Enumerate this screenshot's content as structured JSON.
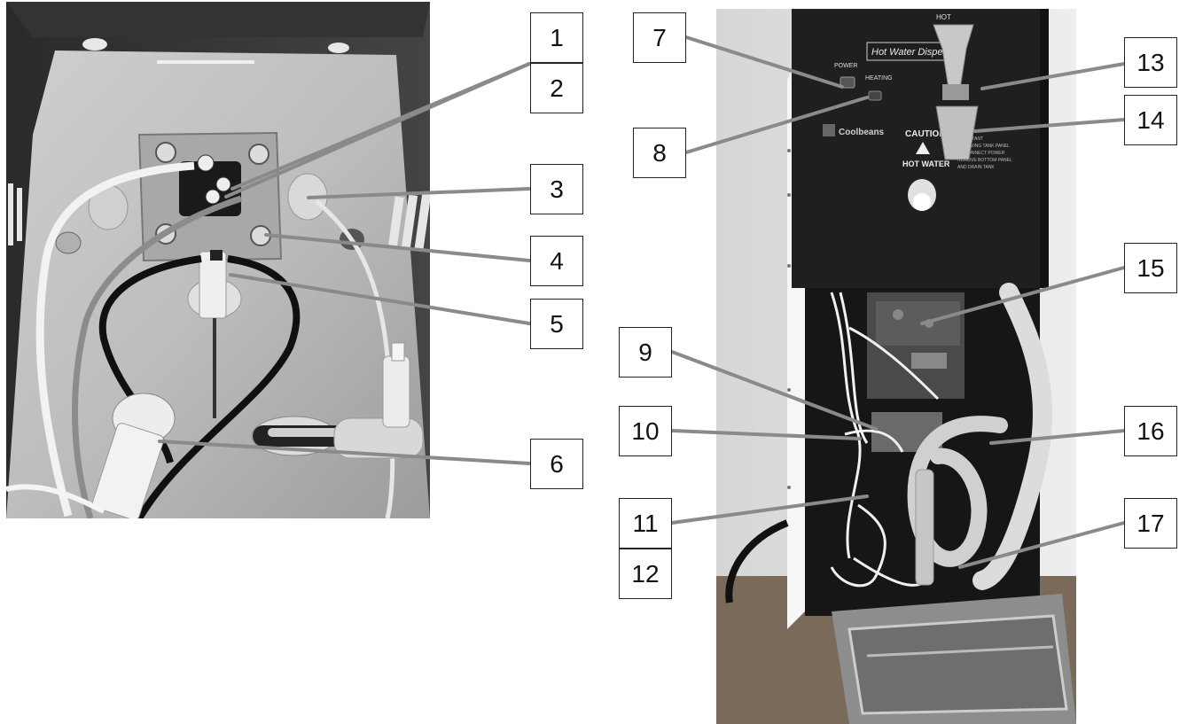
{
  "figure": {
    "callouts": [
      {
        "id": "1",
        "label": "1"
      },
      {
        "id": "2",
        "label": "2"
      },
      {
        "id": "3",
        "label": "3"
      },
      {
        "id": "4",
        "label": "4"
      },
      {
        "id": "5",
        "label": "5"
      },
      {
        "id": "6",
        "label": "6"
      },
      {
        "id": "7",
        "label": "7"
      },
      {
        "id": "8",
        "label": "8"
      },
      {
        "id": "9",
        "label": "9"
      },
      {
        "id": "10",
        "label": "10"
      },
      {
        "id": "11",
        "label": "11"
      },
      {
        "id": "12",
        "label": "12"
      },
      {
        "id": "13",
        "label": "13"
      },
      {
        "id": "14",
        "label": "14"
      },
      {
        "id": "15",
        "label": "15"
      },
      {
        "id": "16",
        "label": "16"
      },
      {
        "id": "17",
        "label": "17"
      }
    ],
    "panel": {
      "hot_label": "HOT",
      "title": "Hot Water Dispenser",
      "power_label": "POWER",
      "heating_label": "HEATING",
      "brand": "Coolbeans",
      "caution_label": "CAUTION",
      "hot_water_label": "HOT WATER",
      "important_lines": [
        "IMPORTANT",
        "REMOVING TANK PANEL",
        "DISCONNECT POWER",
        "REMOVE BOTTOM PANEL",
        "AND DRAIN TANK"
      ]
    },
    "colors": {
      "line": "#8a8a8a",
      "box_border": "#222222"
    }
  }
}
